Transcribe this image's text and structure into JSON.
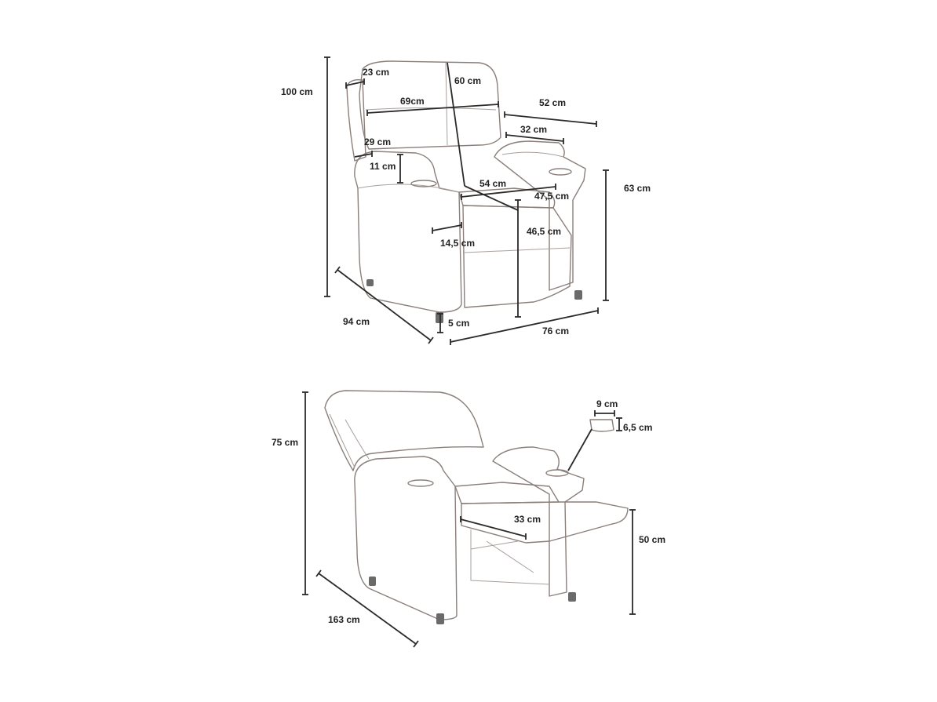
{
  "top_view": {
    "height_total": "100 cm",
    "headrest_depth": "23 cm",
    "backrest_height": "60 cm",
    "backrest_width": "69cm",
    "armrest_length": "52 cm",
    "armrest_width": "32 cm",
    "back_cushion_depth": "29 cm",
    "armrest_pad_height": "11 cm",
    "seat_width": "54 cm",
    "seat_depth": "47,5 cm",
    "armrest_height": "63 cm",
    "seat_height": "46,5 cm",
    "armrest_thickness": "14,5 cm",
    "depth_total": "94 cm",
    "feet_height": "5 cm",
    "width_total": "76 cm"
  },
  "bottom_view": {
    "reclined_height": "75 cm",
    "cupholder_diameter": "9 cm",
    "cupholder_depth": "6,5 cm",
    "footrest_length": "33 cm",
    "footrest_height": "50 cm",
    "reclined_length": "163 cm"
  }
}
